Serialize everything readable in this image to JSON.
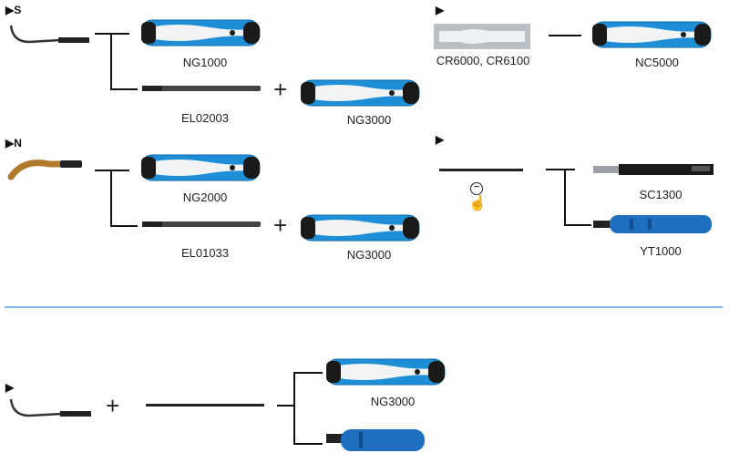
{
  "sections": {
    "top_left": "S",
    "mid_left": "N",
    "top_right": "",
    "mid_right": "",
    "bottom": ""
  },
  "labels": {
    "ng1000": "NG1000",
    "el02003": "EL02003",
    "ng3000_a": "NG3000",
    "ng2000": "NG2000",
    "el01033": "EL01033",
    "ng3000_b": "NG3000",
    "cr": "CR6000, CR6100",
    "nc5000": "NC5000",
    "sc1300": "SC1300",
    "yt1000": "YT1000",
    "ng3000_c": "NG3000"
  },
  "colors": {
    "handle_blue": "#1e8fd6",
    "handle_white": "#f1f3f4",
    "handle_black": "#1a1a1a",
    "divider": "#7fb8e6",
    "blade_gold": "#b07a2a"
  },
  "icons": [
    "play-arrow-icon",
    "zoom-out-icon",
    "hand-cursor-icon"
  ]
}
